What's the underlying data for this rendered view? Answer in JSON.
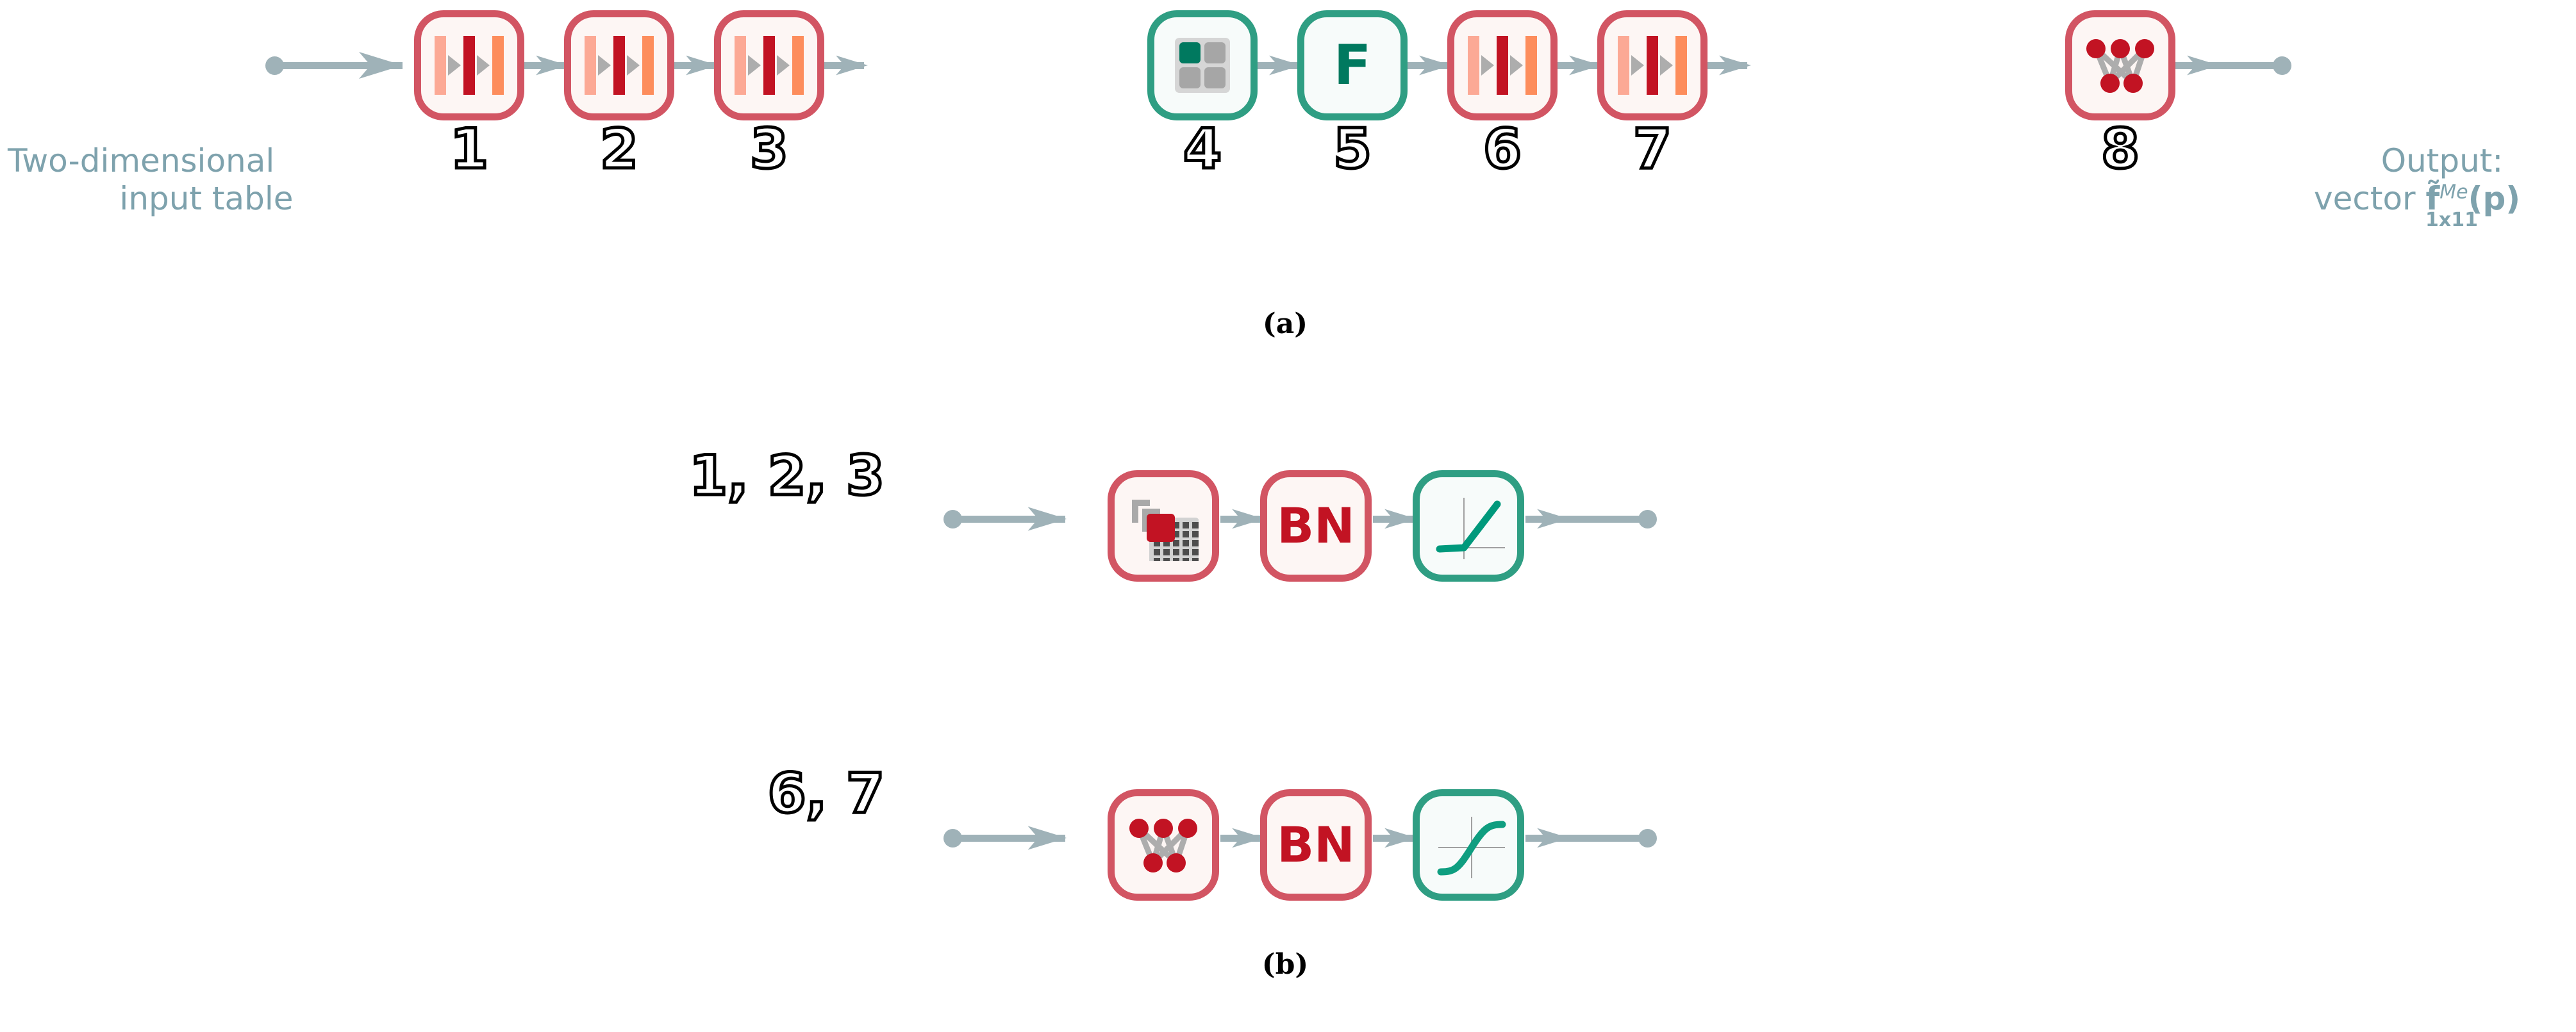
{
  "figure": {
    "panels": [
      {
        "id": "a",
        "caption": "(a)",
        "input_label_line1": "Two-dimensional",
        "input_label_line2": "input table",
        "output_label_line1": "Output:",
        "output_label_line2": "vector",
        "output_symbol": "f̃",
        "output_superscript": "Me",
        "output_arg": "(p)",
        "output_subscript": "1x11",
        "blocks": [
          {
            "number": "1",
            "kind": "conv",
            "color": "red",
            "icon": "conv-block-icon"
          },
          {
            "number": "2",
            "kind": "conv",
            "color": "red",
            "icon": "conv-block-icon"
          },
          {
            "number": "3",
            "kind": "conv",
            "color": "red",
            "icon": "conv-block-icon"
          },
          {
            "number": "4",
            "kind": "maxpool",
            "color": "green",
            "icon": "max-pooling-icon"
          },
          {
            "number": "5",
            "kind": "flatten",
            "color": "green",
            "icon": "flatten-icon",
            "label": "F"
          },
          {
            "number": "6",
            "kind": "dense",
            "color": "red",
            "icon": "dense-block-icon"
          },
          {
            "number": "7",
            "kind": "dense",
            "color": "red",
            "icon": "dense-block-icon"
          },
          {
            "number": "8",
            "kind": "dense-out",
            "color": "red",
            "icon": "neural-network-icon"
          }
        ]
      },
      {
        "id": "b",
        "caption": "(b)",
        "rows": [
          {
            "label": "1, 2, 3",
            "blocks": [
              {
                "kind": "conv2d",
                "color": "red",
                "icon": "conv2d-kernel-icon"
              },
              {
                "kind": "batchnorm",
                "color": "red",
                "icon": "batch-norm-icon",
                "label": "BN"
              },
              {
                "kind": "relu",
                "color": "green",
                "icon": "relu-curve-icon"
              }
            ]
          },
          {
            "label": "6, 7",
            "blocks": [
              {
                "kind": "dense",
                "color": "red",
                "icon": "neural-network-icon"
              },
              {
                "kind": "batchnorm",
                "color": "red",
                "icon": "batch-norm-icon",
                "label": "BN"
              },
              {
                "kind": "tanh",
                "color": "green",
                "icon": "tanh-curve-icon"
              }
            ]
          }
        ]
      }
    ]
  },
  "colors": {
    "red_border": "#d25563",
    "red_fill": "#fdf6f4",
    "green_border": "#2f9e83",
    "green_fill": "#f7fbfa",
    "arrow": "#9fb2b8",
    "text_blue_gray": "#7ea2ad",
    "accent_dark_red": "#c21323",
    "accent_dark_green": "#00795f",
    "icon_gray": "#adadad"
  }
}
